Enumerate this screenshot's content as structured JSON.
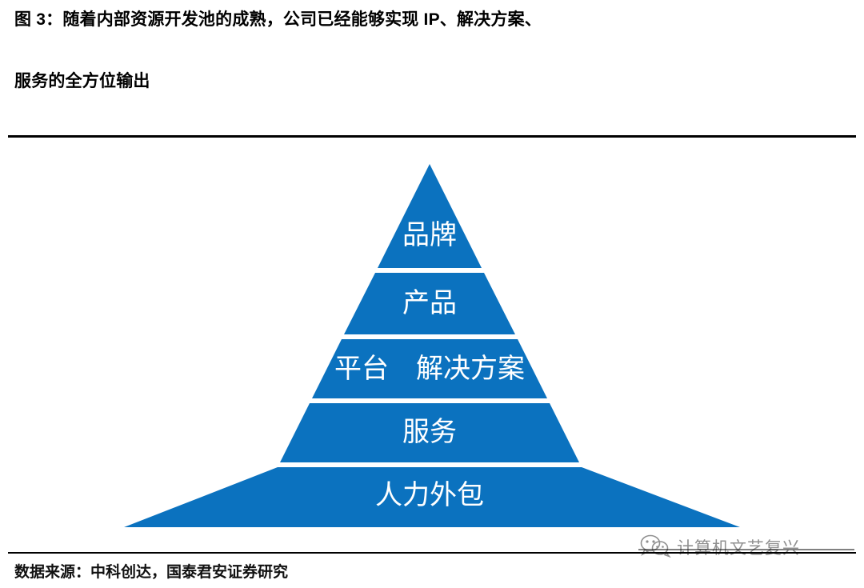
{
  "figure": {
    "title_line_1": "图 3：随着内部资源开发池的成熟，公司已经能够实现 IP、解决方案、",
    "title_line_2": "服务的全方位输出",
    "source_note": "数据来源：中科创达，国泰君安证券研究"
  },
  "chart_data": {
    "type": "pyramid",
    "title": "图 3：随着内部资源开发池的成熟，公司已经能够实现 IP、解决方案、服务的全方位输出",
    "orientation": "apex-up",
    "level_count": 5,
    "accent_color": "#0B72BF",
    "label_color": "#FFFFFF",
    "background_color": "#FFFFFF",
    "divider_color": "#FFFFFF",
    "levels": [
      {
        "rank": 1,
        "label": "品牌",
        "width_share": 0.17
      },
      {
        "rank": 2,
        "label": "产品",
        "width_share": 0.38
      },
      {
        "rank": 3,
        "label": "平台　解决方案",
        "width_share": 0.61
      },
      {
        "rank": 4,
        "label": "服务",
        "width_share": 0.81
      },
      {
        "rank": 5,
        "label": "人力外包",
        "width_share": 1.0
      }
    ],
    "xlabel": "",
    "ylabel": "",
    "legend": []
  },
  "watermark": {
    "text": "计算机文艺复兴",
    "icon": "wechat-icon"
  }
}
